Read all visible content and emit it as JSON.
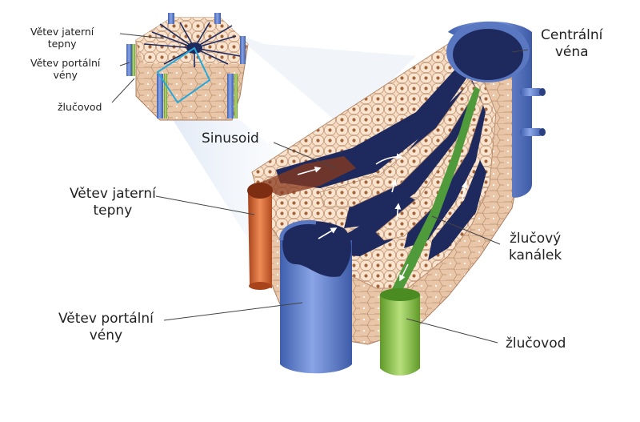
{
  "inset_labels": {
    "hepatic_artery": [
      "Větev jaterní",
      "tepny"
    ],
    "portal_vein": [
      "Větev portální",
      "vény"
    ],
    "bile_duct": "žlučovod"
  },
  "main_labels": {
    "central_vein": [
      "Centrální",
      "véna"
    ],
    "sinusoid": "Sinusoid",
    "hepatic_artery": [
      "Větev jaterní",
      "tepny"
    ],
    "bile_canaliculus": [
      "žlučový",
      "kanálek"
    ],
    "portal_vein": [
      "Větev portální",
      "vény"
    ],
    "bile_duct": "žlučovod"
  },
  "colors": {
    "hepatocyte": "#f6dcc3",
    "cell_border": "#b98d6e",
    "nucleus": "#9b5a33",
    "blood": "#1e2a5e",
    "vein": "#5a78c2",
    "artery": "#c8562a",
    "bile": "#7cb83c",
    "inset_outline": "#29a7d8"
  }
}
